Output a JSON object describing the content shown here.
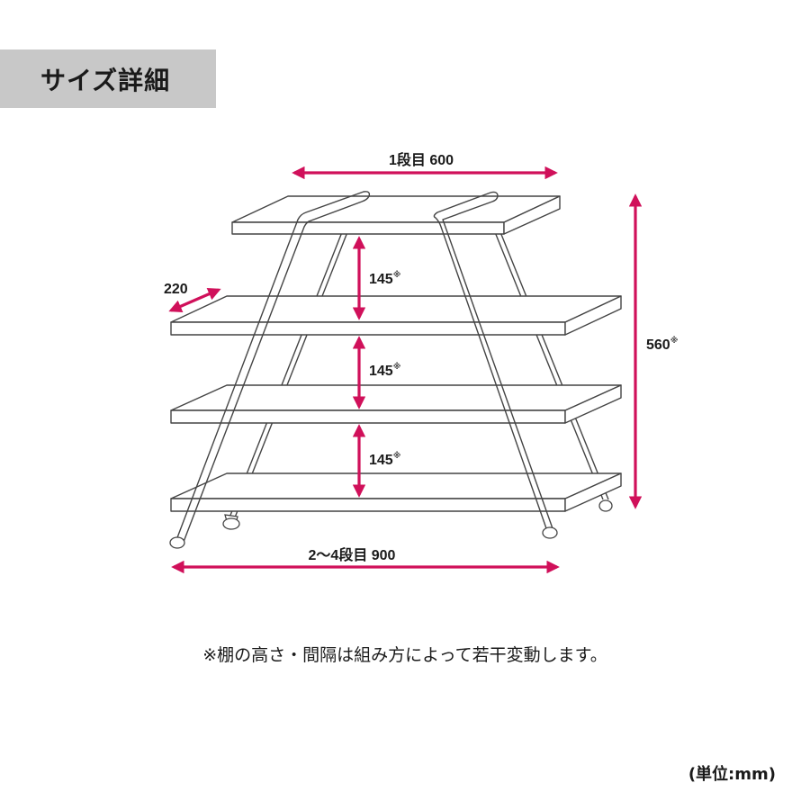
{
  "header": {
    "title": "サイズ詳細"
  },
  "dimensions": {
    "top_width": {
      "label": "1段目 600"
    },
    "depth": {
      "label": "220"
    },
    "gap_1": {
      "label": "145",
      "mark": "※"
    },
    "gap_2": {
      "label": "145",
      "mark": "※"
    },
    "gap_3": {
      "label": "145",
      "mark": "※"
    },
    "total_height": {
      "label": "560",
      "mark": "※"
    },
    "bottom_width": {
      "label": "2〜4段目 900"
    }
  },
  "footnote": "※棚の高さ・間隔は組み方によって若干変動します。",
  "unit": "(単位:mm)",
  "colors": {
    "arrow": "#d0105a",
    "line": "#444444",
    "header_band": "#c8c8c8"
  }
}
